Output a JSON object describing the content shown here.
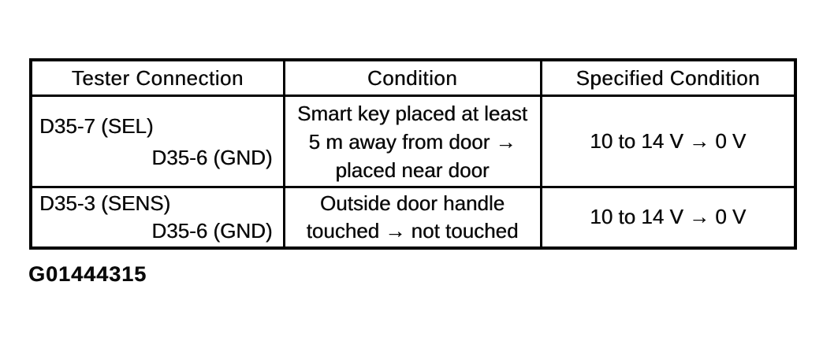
{
  "page": {
    "background": "#ffffff",
    "ink_color": "#0a0a0a"
  },
  "table": {
    "headers": [
      "Tester Connection",
      "Condition",
      "Specified Condition"
    ],
    "rows": [
      {
        "tester_connection": {
          "line1": "D35-7 (SEL)",
          "line2": "D35-6 (GND)"
        },
        "condition": {
          "line1": "Smart key placed at least",
          "line2": "5 m away from door →",
          "line3": "placed near door"
        },
        "specified_condition": "10 to 14 V → 0 V"
      },
      {
        "tester_connection": {
          "line1": "D35-3 (SENS)",
          "line2": "D35-6 (GND)"
        },
        "condition": {
          "line1": "Outside door handle",
          "line2": "touched → not touched"
        },
        "specified_condition": "10 to 14 V → 0 V"
      }
    ]
  },
  "figure_code": "G01444315"
}
